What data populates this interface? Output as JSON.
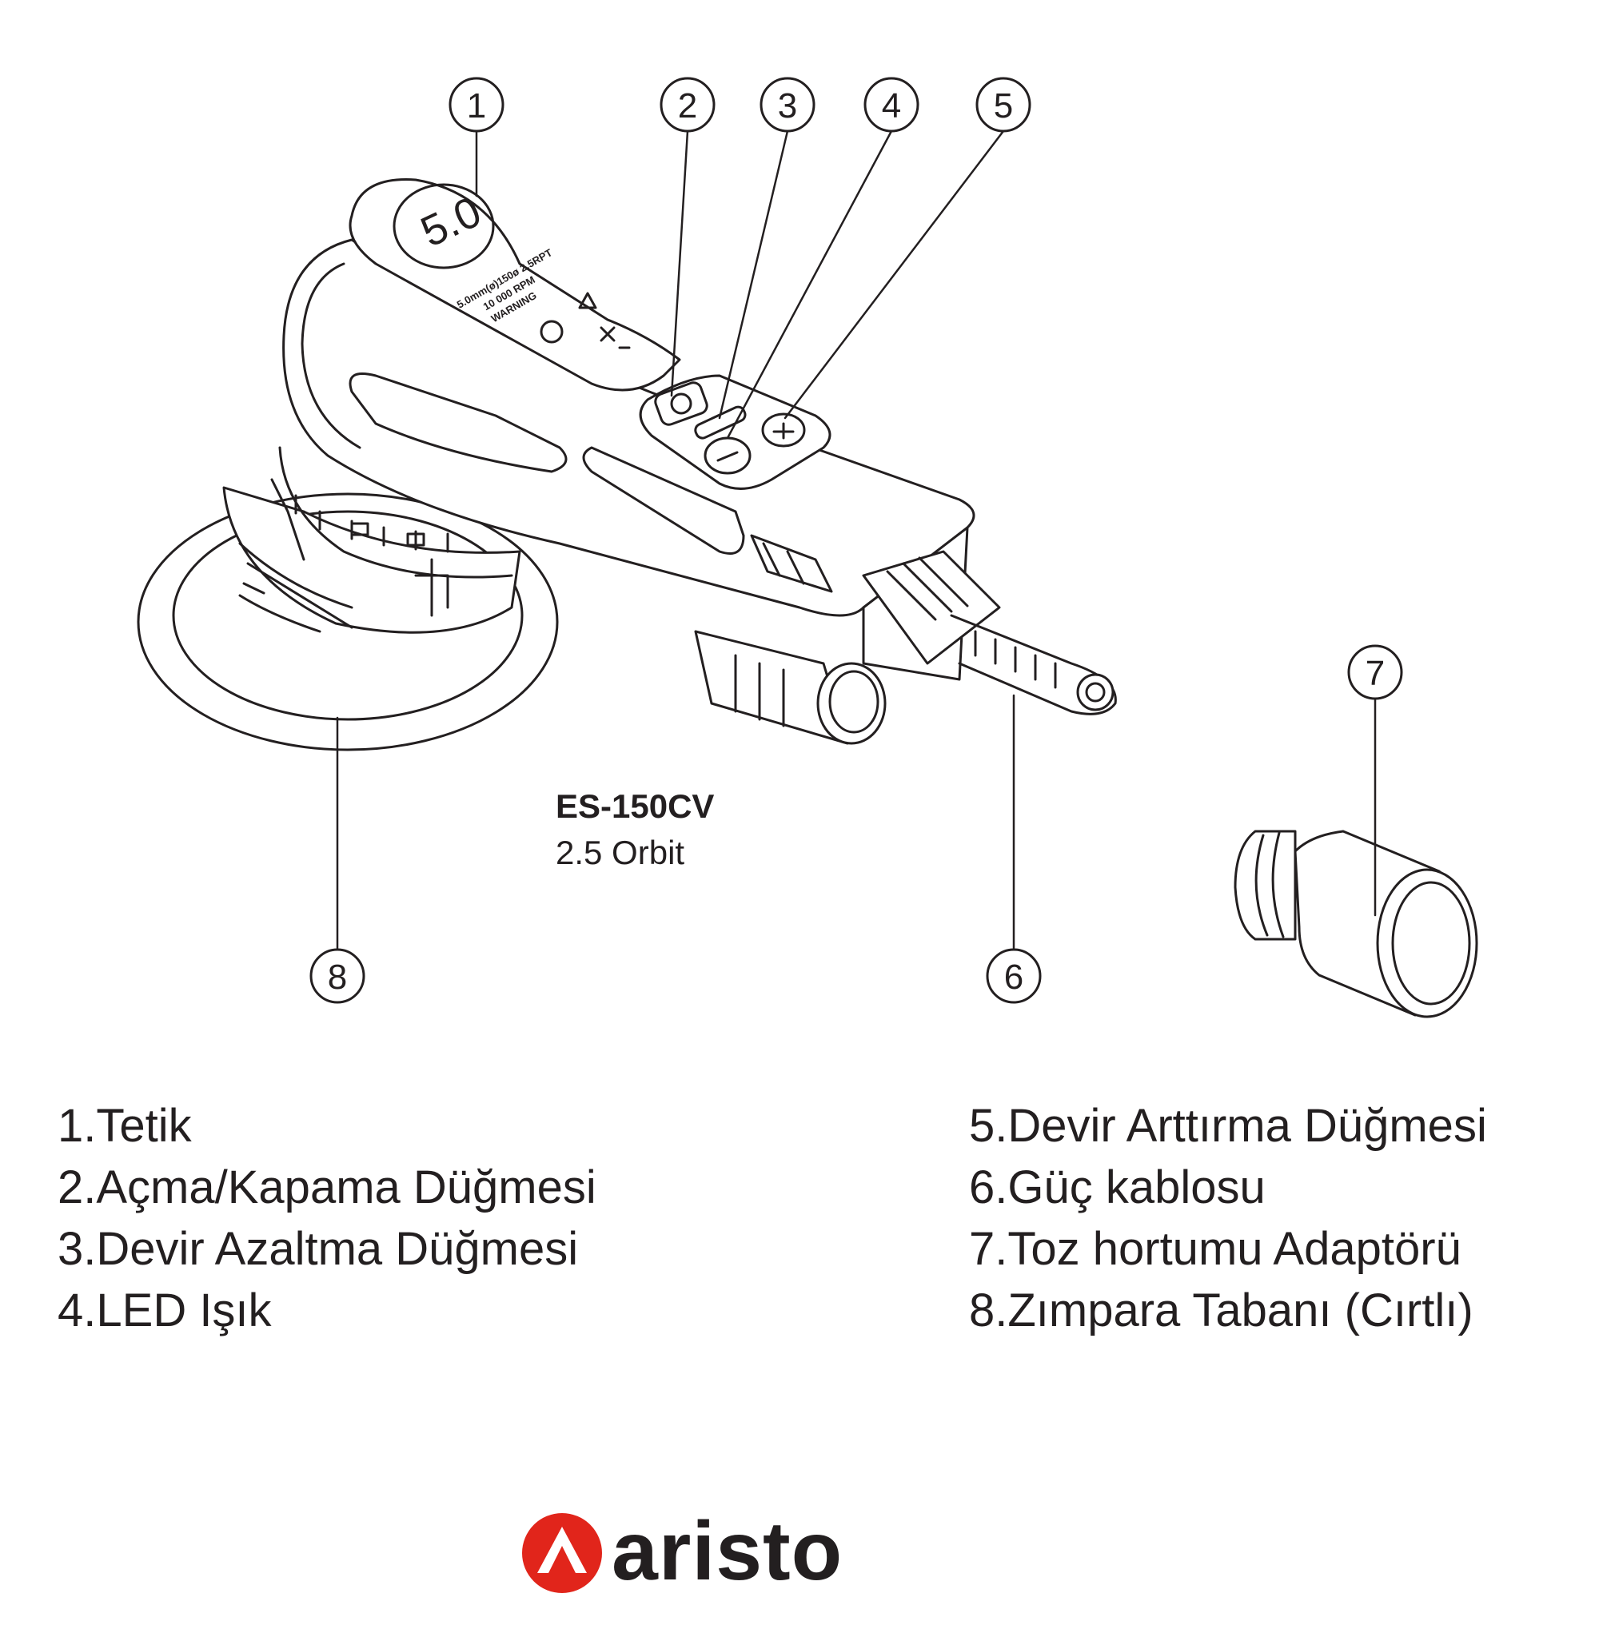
{
  "callouts": [
    "1",
    "2",
    "3",
    "4",
    "5",
    "6",
    "7",
    "8"
  ],
  "device": {
    "display_value": "5.0",
    "label_line1": "5.0mm(ø)150ø 2.5RPT",
    "label_line2": "10 000 RPM",
    "label_line3": "WARNING"
  },
  "model": {
    "code": "ES-150CV",
    "orbit": "2.5 Orbit"
  },
  "legend": {
    "left": [
      "1.Tetik",
      "2.Açma/Kapama Düğmesi",
      "3.Devir Azaltma Düğmesi",
      "4.LED Işık"
    ],
    "right": [
      "5.Devir Arttırma Düğmesi",
      "6.Güç kablosu",
      "7.Toz hortumu Adaptörü",
      "8.Zımpara Tabanı (Cırtlı)"
    ]
  },
  "brand": {
    "name": "aristo",
    "color": "#e1251b"
  }
}
